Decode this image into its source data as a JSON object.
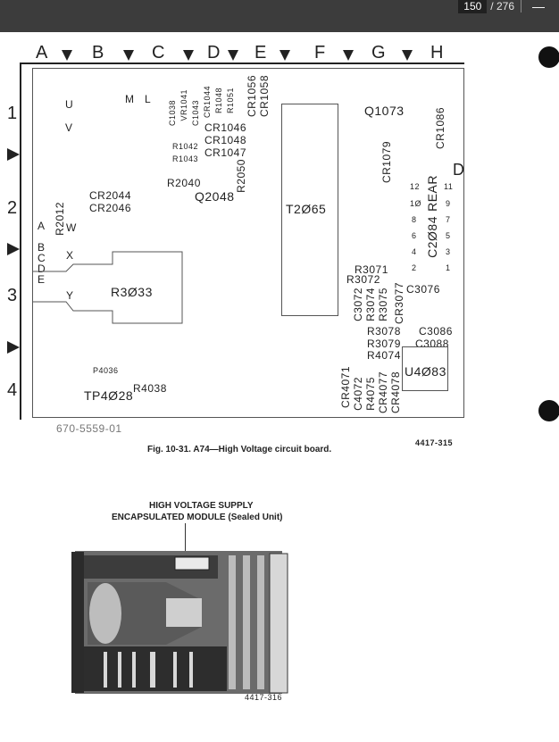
{
  "viewer": {
    "page_current": "150",
    "page_total": "/ 276",
    "minus_icon": "minus-icon"
  },
  "figure1": {
    "columns": [
      "A",
      "B",
      "C",
      "D",
      "E",
      "F",
      "G",
      "H"
    ],
    "rows": [
      "1",
      "2",
      "3",
      "4"
    ],
    "labels": {
      "U": "U",
      "V": "V",
      "M": "M",
      "L": "L",
      "C1038": "C1038",
      "VR1041": "VR1041",
      "C1043": "C1043",
      "CR1044": "CR1044",
      "R1048": "R1048",
      "R1051": "R1051",
      "CR1056": "CR1056",
      "CR1058": "CR1058",
      "CR1046": "CR1046",
      "CR1048": "CR1048",
      "CR1047": "CR1047",
      "R1042": "R1042",
      "R1043": "R1043",
      "R2040": "R2040",
      "R2050": "R2050",
      "Q2048": "Q2048",
      "Q1073": "Q1073",
      "CR1086": "CR1086",
      "CR1079": "CR1079",
      "D": "D",
      "CR2044": "CR2044",
      "CR2046": "CR2046",
      "R2012": "R2012",
      "A": "A",
      "W": "W",
      "T2065": "T2Ø65",
      "C2084": "C2Ø84",
      "REAR": "REAR",
      "p12": "12",
      "p11": "11",
      "p10": "1Ø",
      "p9": "9",
      "p8": "8",
      "p7": "7",
      "p6": "6",
      "p5": "5",
      "p4": "4",
      "p3": "3",
      "p2": "2",
      "p1": "1",
      "B": "B",
      "C": "C",
      "D2": "D",
      "E": "E",
      "X": "X",
      "Y": "Y",
      "R3033": "R3Ø33",
      "R3071": "R3071",
      "R3072": "R3072",
      "C3072": "C3072",
      "R3074": "R3074",
      "R3075": "R3075",
      "CR3077": "CR3077",
      "C3076": "C3076",
      "R3078": "R3078",
      "R3079": "R3079",
      "R4074": "R4074",
      "C3086": "C3086",
      "C3088": "C3088",
      "U4083": "U4Ø83",
      "CR4071": "CR4071",
      "C4072": "C4072",
      "R4075": "R4075",
      "CR4077": "CR4077",
      "CR4078": "CR4078",
      "P4036": "P4036",
      "TP4028": "TP4Ø28",
      "R4038": "R4038"
    },
    "board_number": "670-5559-01",
    "ref_number": "4417-315",
    "caption": "Fig. 10-31. A74—High Voltage circuit board."
  },
  "figure2": {
    "title_line1": "HIGH VOLTAGE SUPPLY",
    "title_line2": "ENCAPSULATED MODULE (Sealed Unit)",
    "ref_number": "4417-316"
  }
}
